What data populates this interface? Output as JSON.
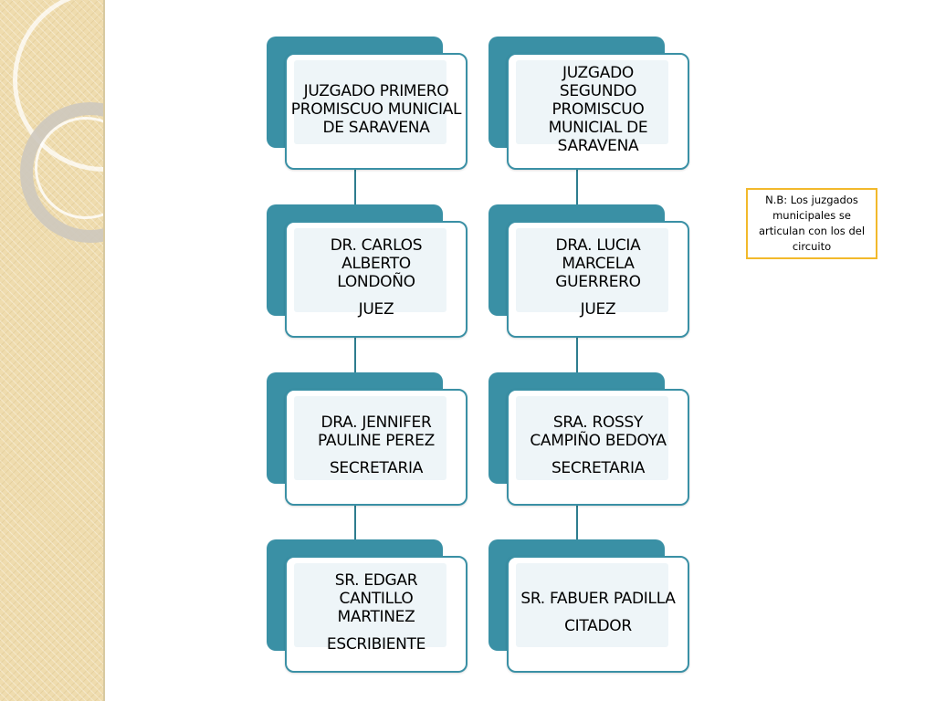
{
  "columns": [
    {
      "nodes": [
        {
          "name": "JUZGADO PRIMERO PROMISCUO MUNICIAL DE SARAVENA",
          "role": ""
        },
        {
          "name": "DR. CARLOS ALBERTO LONDOÑO",
          "role": "JUEZ"
        },
        {
          "name": "DRA. JENNIFER PAULINE PEREZ",
          "role": "SECRETARIA"
        },
        {
          "name": "SR. EDGAR CANTILLO MARTINEZ",
          "role": "ESCRIBIENTE"
        }
      ]
    },
    {
      "nodes": [
        {
          "name": "JUZGADO SEGUNDO PROMISCUO MUNICIAL DE SARAVENA",
          "role": ""
        },
        {
          "name": "DRA. LUCIA MARCELA GUERRERO",
          "role": "JUEZ"
        },
        {
          "name": "SRA.  ROSSY CAMPIÑO BEDOYA",
          "role": "SECRETARIA"
        },
        {
          "name": "SR. FABUER PADILLA",
          "role": "CITADOR"
        }
      ]
    }
  ],
  "note": "N.B: Los juzgados municipales se articulan con los del circuito",
  "colors": {
    "accent": "#3a90a5",
    "note_border": "#f2b92b",
    "sidebar": "#efdcae"
  }
}
